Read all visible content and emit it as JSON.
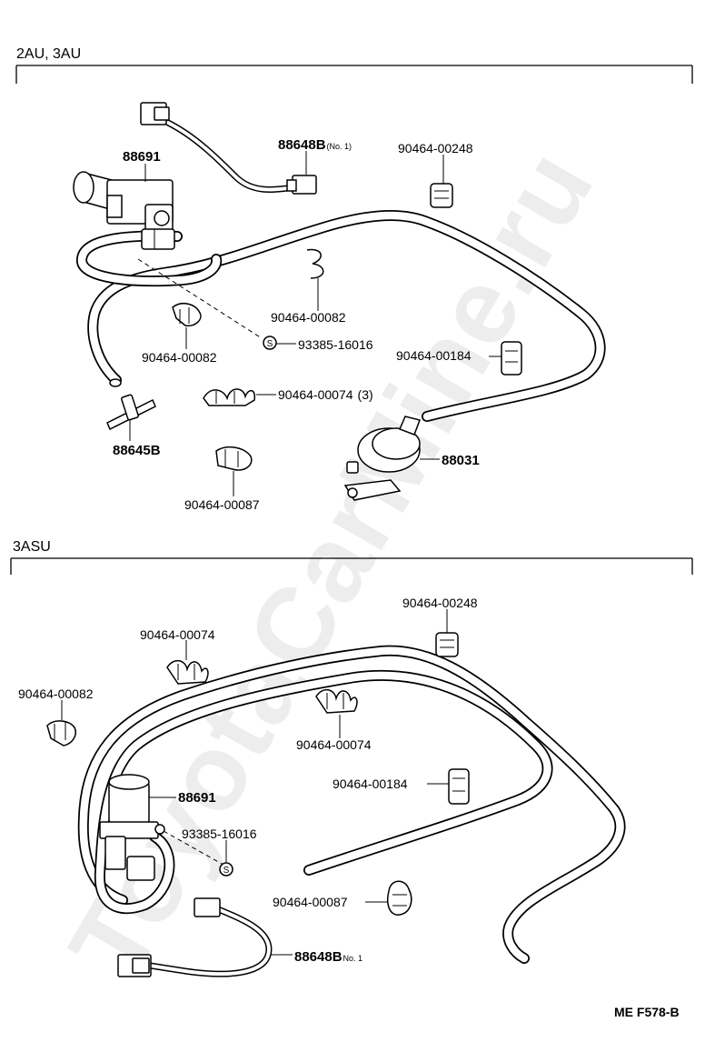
{
  "watermark": "ToyotaCarMine.ru",
  "sections": [
    {
      "title": "2AU, 3AU",
      "labels": [
        {
          "text": "88691"
        },
        {
          "text": "88648B",
          "suffix": "(No. 1)"
        },
        {
          "text": "90464-00248"
        },
        {
          "text": "90464-00082"
        },
        {
          "text": "90464-00082"
        },
        {
          "text": "93385-16016"
        },
        {
          "text": "90464-00184"
        },
        {
          "text": "90464-00074",
          "suffix": "(3)"
        },
        {
          "text": "88645B"
        },
        {
          "text": "88031"
        },
        {
          "text": "90464-00087"
        }
      ]
    },
    {
      "title": "3ASU",
      "labels": [
        {
          "text": "90464-00248"
        },
        {
          "text": "90464-00074"
        },
        {
          "text": "90464-00082"
        },
        {
          "text": "90464-00074"
        },
        {
          "text": "90464-00184"
        },
        {
          "text": "88691"
        },
        {
          "text": "93385-16016"
        },
        {
          "text": "90464-00087"
        },
        {
          "text": "88648B",
          "suffix": "No. 1"
        }
      ]
    }
  ],
  "screw_marker": "S",
  "diagram_ref": "ME F578-B"
}
